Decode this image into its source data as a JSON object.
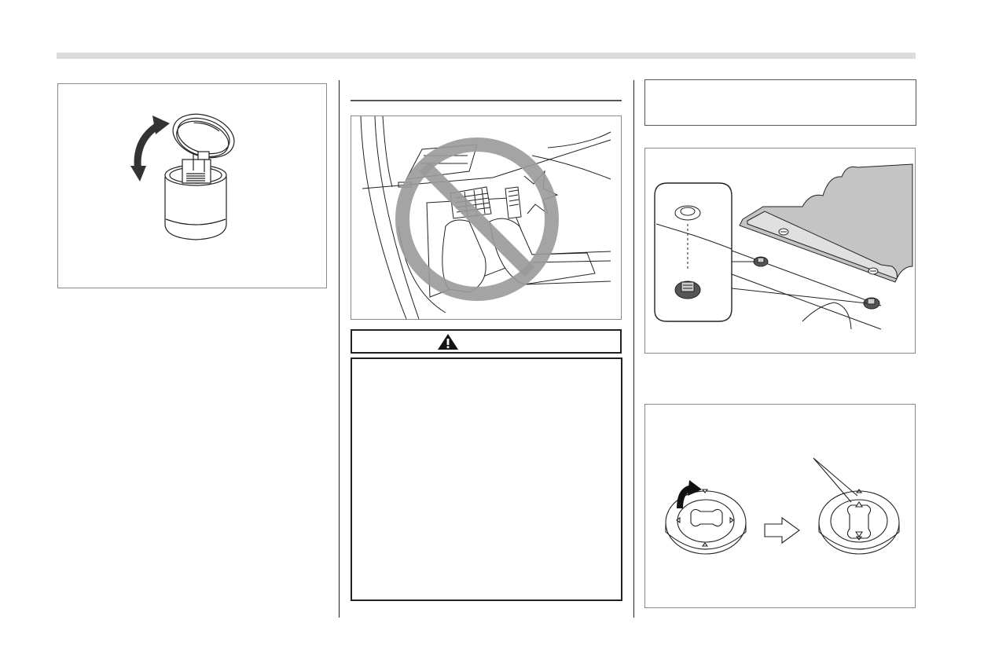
{
  "colors": {
    "page_background": "#ffffff",
    "header_bar": "#dcdcdc",
    "line_art": "#222222",
    "prohibition_sign": "#9a9a9a",
    "floor_mat": "#c4c4c4"
  },
  "illustrations": [
    {
      "id": "ashtray",
      "icon": "ashtray-lid-open-icon"
    },
    {
      "id": "pedal-obstruction",
      "icon": "prohibition-icon"
    },
    {
      "id": "floor-mat-hooks",
      "icon": "floor-mat-hook-icon"
    },
    {
      "id": "hook-lock",
      "icon": "rotate-lock-icon"
    }
  ],
  "warning": {
    "icon": "warning-triangle-icon"
  }
}
